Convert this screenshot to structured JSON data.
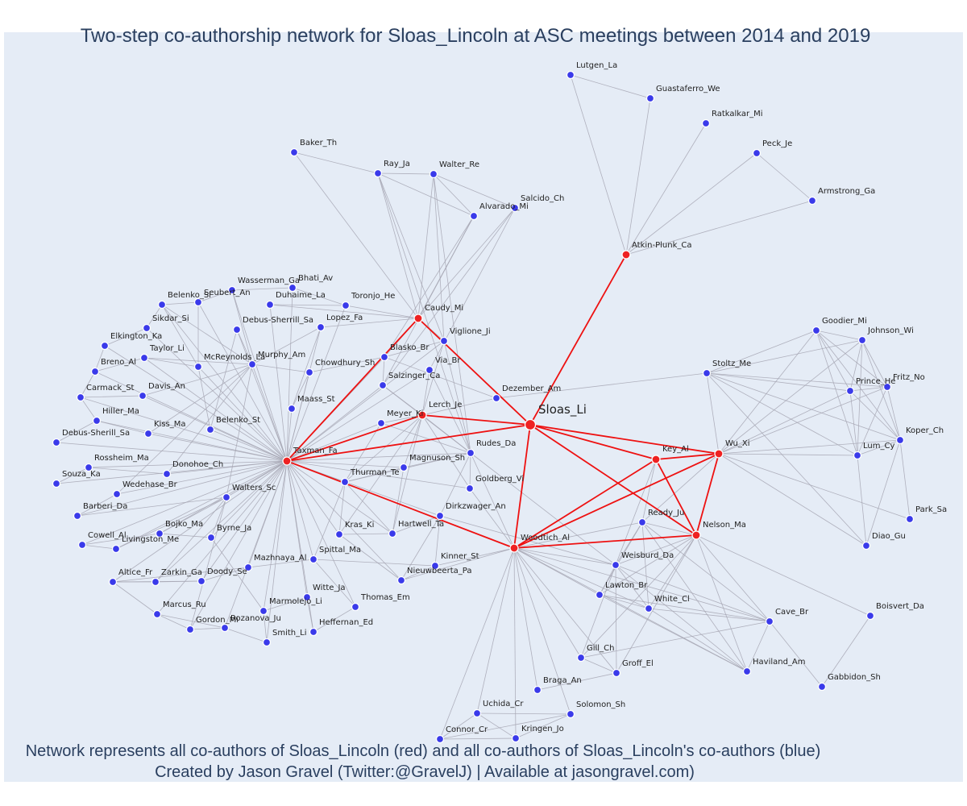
{
  "title": "Two-step co-authorship network for Sloas_Lincoln at ASC meetings between 2014 and 2019",
  "caption": {
    "line1": "Network represents all co-authors of Sloas_Lincoln (red) and all co-authors of Sloas_Lincoln's co-authors (blue)",
    "line2": "Created by Jason Gravel (Twitter:@GravelJ) | Available at jasongravel.com)"
  },
  "colors": {
    "center_and_coauthors": "#ee2222",
    "second_step": "#3a3aea",
    "background": "#e5ecf6",
    "gray_edge": "#a6a6b3",
    "red_edge": "#ee1111"
  },
  "chart_data": {
    "type": "network",
    "center": "Sloas_Li",
    "red_nodes": [
      "Sloas_Li",
      "Taxman_Fa",
      "Caudy_Mi",
      "Lerch_Je",
      "Woodtich_Al",
      "Key_Al",
      "Wu_Xi",
      "Nelson_Ma",
      "Atkin-Plunk_Ca"
    ],
    "nodes": [
      {
        "name": "Sloas_Li"
      },
      {
        "name": "Taxman_Fa"
      },
      {
        "name": "Caudy_Mi"
      },
      {
        "name": "Lerch_Je"
      },
      {
        "name": "Woodtich_Al"
      },
      {
        "name": "Key_Al"
      },
      {
        "name": "Wu_Xi"
      },
      {
        "name": "Nelson_Ma"
      },
      {
        "name": "Atkin-Plunk_Ca"
      },
      {
        "name": "Lutgen_La"
      },
      {
        "name": "Guastaferro_We"
      },
      {
        "name": "Ratkalkar_Mi"
      },
      {
        "name": "Peck_Je"
      },
      {
        "name": "Armstrong_Ga"
      },
      {
        "name": "Baker_Th"
      },
      {
        "name": "Ray_Ja"
      },
      {
        "name": "Walter_Re"
      },
      {
        "name": "Salcido_Ch"
      },
      {
        "name": "Alvarado_Mi"
      },
      {
        "name": "Wasserman_Ga"
      },
      {
        "name": "Bhati_Av"
      },
      {
        "name": "Seubert_An"
      },
      {
        "name": "Belenko_Si"
      },
      {
        "name": "Duhaime_La"
      },
      {
        "name": "Toronjo_He"
      },
      {
        "name": "Sikdar_Si"
      },
      {
        "name": "Lopez_Fa"
      },
      {
        "name": "Debus-Sherrill_Sa"
      },
      {
        "name": "Elkington_Ka"
      },
      {
        "name": "Viglione_Ji"
      },
      {
        "name": "Taylor_Li"
      },
      {
        "name": "Blasko_Br"
      },
      {
        "name": "McReynolds_La"
      },
      {
        "name": "Murphy_Am"
      },
      {
        "name": "Breno_Al"
      },
      {
        "name": "Chowdhury_Sh"
      },
      {
        "name": "Via_Br"
      },
      {
        "name": "Carmack_St"
      },
      {
        "name": "Davis_An"
      },
      {
        "name": "Salzinger_Ca"
      },
      {
        "name": "Dezember_Am"
      },
      {
        "name": "Maass_St"
      },
      {
        "name": "Hiller_Ma"
      },
      {
        "name": "Kiss_Ma"
      },
      {
        "name": "Meyer_Ki"
      },
      {
        "name": "Belenko_St"
      },
      {
        "name": "Debus-Sherill_Sa"
      },
      {
        "name": "Rudes_Da"
      },
      {
        "name": "Donohoe_Ch"
      },
      {
        "name": "Rossheim_Ma"
      },
      {
        "name": "Magnuson_Sh"
      },
      {
        "name": "Souza_Ka"
      },
      {
        "name": "Thurman_Te"
      },
      {
        "name": "Wedehase_Br"
      },
      {
        "name": "Goldberg_Vi"
      },
      {
        "name": "Walters_Sc"
      },
      {
        "name": "Barberi_Da"
      },
      {
        "name": "Dirkzwager_An"
      },
      {
        "name": "Bojko_Ma"
      },
      {
        "name": "Kras_Ki"
      },
      {
        "name": "Hartwell_Ta"
      },
      {
        "name": "Byrne_Ja"
      },
      {
        "name": "Cowell_Al"
      },
      {
        "name": "Livingston_Me"
      },
      {
        "name": "Spittal_Ma"
      },
      {
        "name": "Kinner_St"
      },
      {
        "name": "Mazhnaya_Al"
      },
      {
        "name": "Altice_Fr"
      },
      {
        "name": "Zarkin_Ga"
      },
      {
        "name": "Doody_Se"
      },
      {
        "name": "Nieuwbeerta_Pa"
      },
      {
        "name": "Witte_Ja"
      },
      {
        "name": "Marcus_Ru"
      },
      {
        "name": "Marmolejo_Li"
      },
      {
        "name": "Thomas_Em"
      },
      {
        "name": "Gordon_Mi"
      },
      {
        "name": "Rozanova_Ju"
      },
      {
        "name": "Heffernan_Ed"
      },
      {
        "name": "Smith_Li"
      },
      {
        "name": "Goodier_Mi"
      },
      {
        "name": "Johnson_Wi"
      },
      {
        "name": "Stoltz_Me"
      },
      {
        "name": "Fritz_No"
      },
      {
        "name": "Prince_He"
      },
      {
        "name": "Koper_Ch"
      },
      {
        "name": "Lum_Cy"
      },
      {
        "name": "Park_Sa"
      },
      {
        "name": "Diao_Gu"
      },
      {
        "name": "Ready_Ju"
      },
      {
        "name": "Weisburd_Da"
      },
      {
        "name": "Lawton_Br"
      },
      {
        "name": "White_Cl"
      },
      {
        "name": "Boisvert_Da"
      },
      {
        "name": "Cave_Br"
      },
      {
        "name": "Gill_Ch"
      },
      {
        "name": "Groff_El"
      },
      {
        "name": "Haviland_Am"
      },
      {
        "name": "Gabbidon_Sh"
      },
      {
        "name": "Braga_An"
      },
      {
        "name": "Uchida_Cr"
      },
      {
        "name": "Solomon_Sh"
      },
      {
        "name": "Connor_Cr"
      },
      {
        "name": "Kringen_Jo"
      }
    ]
  }
}
